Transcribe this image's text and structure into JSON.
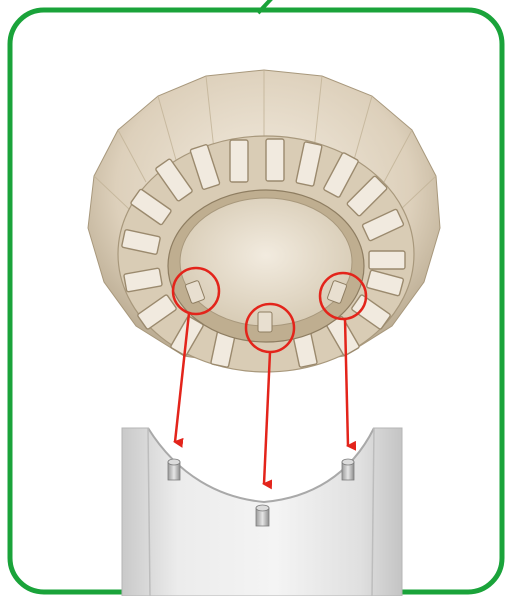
{
  "diagram": {
    "frame_color": "#1aa33a",
    "highlight_color": "#e3241b",
    "part_color": "#e6dccb",
    "part_shadow_color": "#b8a98f",
    "tube_color": "#dcdcdc",
    "highlights": [
      {
        "name": "left-peg-callout"
      },
      {
        "name": "center-peg-callout"
      },
      {
        "name": "right-peg-callout"
      }
    ]
  }
}
